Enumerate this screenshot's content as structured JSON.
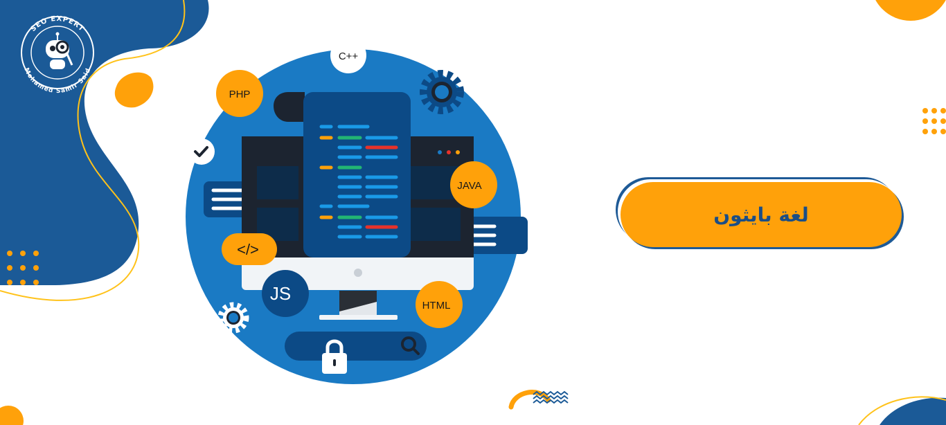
{
  "title": "لغة بايثون",
  "logo": {
    "top_text": "SEO EXPERT",
    "bottom_text": "Mohamed Samir Said"
  },
  "badges": {
    "cpp": "C++",
    "php": "PHP",
    "java": "JAVA",
    "html": "HTML",
    "js": "JS",
    "code": "</>"
  },
  "colors": {
    "blue": "#1B5A97",
    "circle": "#1A7AC4",
    "navy": "#0C4A86",
    "orange": "#FFA10A",
    "dark": "#1C2430"
  }
}
